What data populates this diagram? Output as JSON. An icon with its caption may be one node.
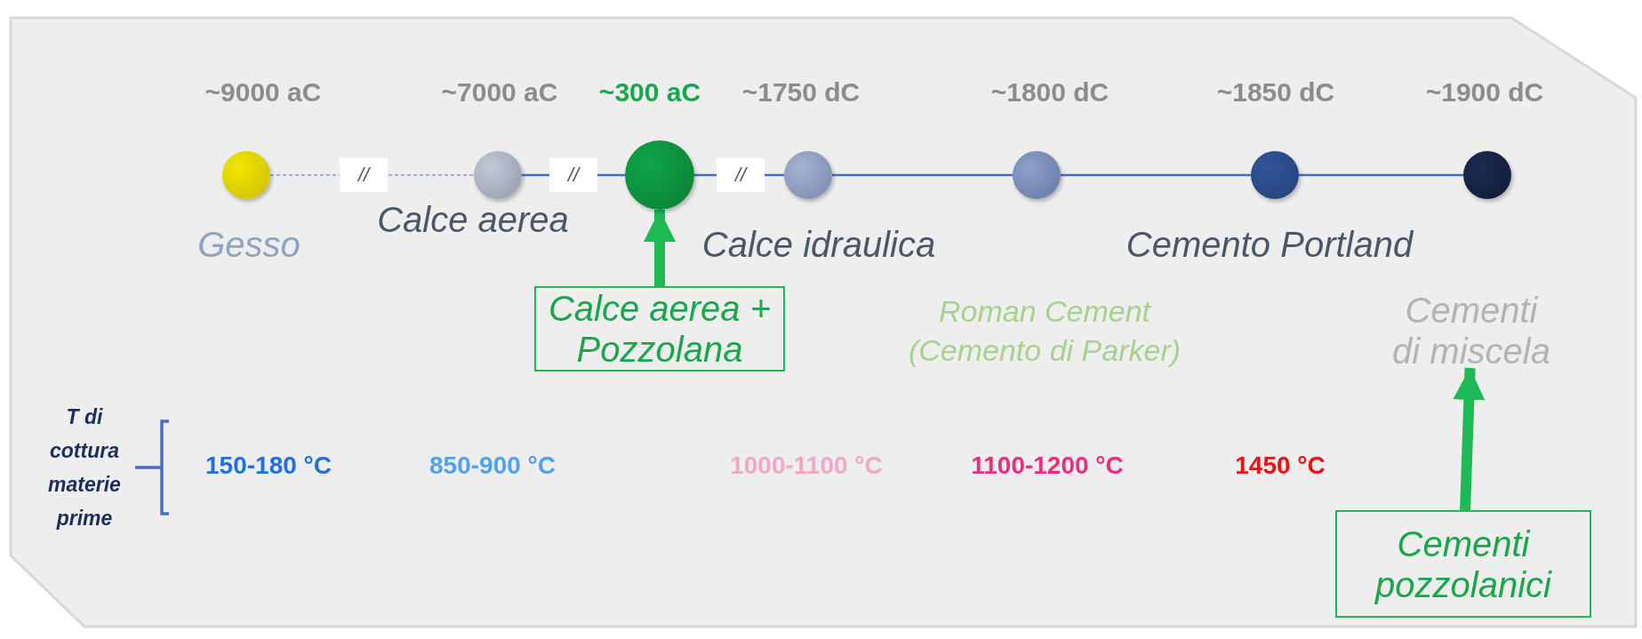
{
  "diagram": {
    "nodes": [
      {
        "text": [],
        "shape": "circle",
        "beside": [
          "~9000 aC",
          "Gesso"
        ]
      },
      {
        "text": [],
        "shape": "circle",
        "beside": [
          "~7000 aC",
          "Calce aerea"
        ]
      },
      {
        "text": [],
        "shape": "circle",
        "beside": [
          "~300 aC"
        ]
      },
      {
        "text": [],
        "shape": "circle",
        "beside": [
          "~1750 dC",
          "Calce idraulica"
        ]
      },
      {
        "text": [],
        "shape": "circle",
        "beside": [
          "~1800 dC",
          "Roman Cement (Cemento di Parker)"
        ]
      },
      {
        "text": [],
        "shape": "circle",
        "beside": [
          "~1850 dC",
          "Cemento Portland"
        ]
      },
      {
        "text": [],
        "shape": "circle",
        "beside": [
          "~1900 dC"
        ]
      },
      {
        "text": [
          "Calce aerea + Pozzolana"
        ]
      },
      {
        "text": [
          "Cementi di miscela"
        ]
      },
      {
        "text": [
          "Cementi pozzolanici"
        ]
      }
    ],
    "edges": [
      {
        "from": 0,
        "to": 1,
        "arrow": "none",
        "style": "dashed"
      },
      {
        "from": 1,
        "to": 2,
        "arrow": "none"
      },
      {
        "from": 2,
        "to": 3,
        "arrow": "none"
      },
      {
        "from": 3,
        "to": 4,
        "arrow": "none"
      },
      {
        "from": 4,
        "to": 5,
        "arrow": "none"
      },
      {
        "from": 5,
        "to": 6,
        "arrow": "none"
      },
      {
        "from": 7,
        "to": 2,
        "arrow": "to",
        "style": "thick",
        "color": "#1db954"
      },
      {
        "from": 9,
        "to": 8,
        "arrow": "to",
        "style": "thick",
        "color": "#1db954"
      }
    ],
    "labels": [
      "//",
      "//",
      "//",
      "T di cottura materie prime",
      "150-180 °C",
      "850-900 °C",
      "1000-1100 °C",
      "1100-1200 °C",
      "1450 °C"
    ]
  }
}
